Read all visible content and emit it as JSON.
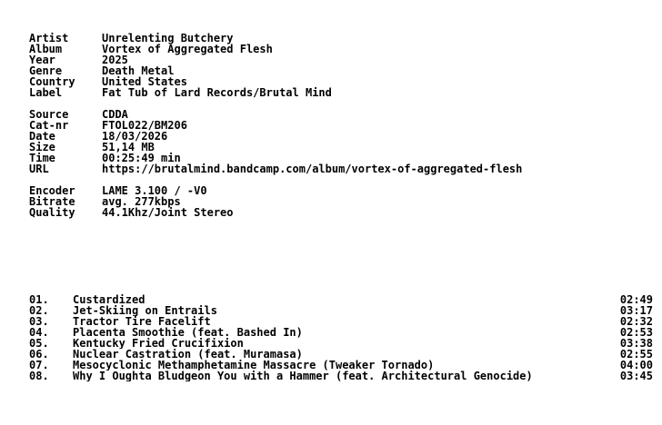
{
  "general": [
    {
      "label": "Artist",
      "value": "Unrelenting Butchery"
    },
    {
      "label": "Album",
      "value": "Vortex of Aggregated Flesh"
    },
    {
      "label": "Year",
      "value": "2025"
    },
    {
      "label": "Genre",
      "value": "Death Metal"
    },
    {
      "label": "Country",
      "value": "United States"
    },
    {
      "label": "Label",
      "value": "Fat Tub of Lard Records/Brutal Mind"
    }
  ],
  "source": [
    {
      "label": "Source",
      "value": "CDDA"
    },
    {
      "label": "Cat-nr",
      "value": "FTOL022/BM206"
    },
    {
      "label": "Date",
      "value": "18/03/2026"
    },
    {
      "label": "Size",
      "value": "51,14 MB"
    },
    {
      "label": "Time",
      "value": "00:25:49 min"
    },
    {
      "label": "URL",
      "value": "https://brutalmind.bandcamp.com/album/vortex-of-aggregated-flesh"
    }
  ],
  "encoding": [
    {
      "label": "Encoder",
      "value": "LAME 3.100 / -V0"
    },
    {
      "label": "Bitrate",
      "value": "avg. 277kbps"
    },
    {
      "label": "Quality",
      "value": "44.1Khz/Joint Stereo"
    }
  ],
  "tracks": [
    {
      "num": "01.",
      "title": "Custardized",
      "time": "02:49"
    },
    {
      "num": "02.",
      "title": "Jet-Skiing on Entrails",
      "time": "03:17"
    },
    {
      "num": "03.",
      "title": "Tractor Tire Facelift",
      "time": "02:32"
    },
    {
      "num": "04.",
      "title": "Placenta Smoothie (feat. Bashed In)",
      "time": "02:53"
    },
    {
      "num": "05.",
      "title": "Kentucky Fried Crucifixion",
      "time": "03:38"
    },
    {
      "num": "06.",
      "title": "Nuclear Castration (feat. Muramasa)",
      "time": "02:55"
    },
    {
      "num": "07.",
      "title": "Mesocyclonic Methamphetamine Massacre (Tweaker Tornado)",
      "time": "04:00"
    },
    {
      "num": "08.",
      "title": "Why I Oughta Bludgeon You with a Hammer (feat. Architectural Genocide)",
      "time": "03:45"
    }
  ]
}
